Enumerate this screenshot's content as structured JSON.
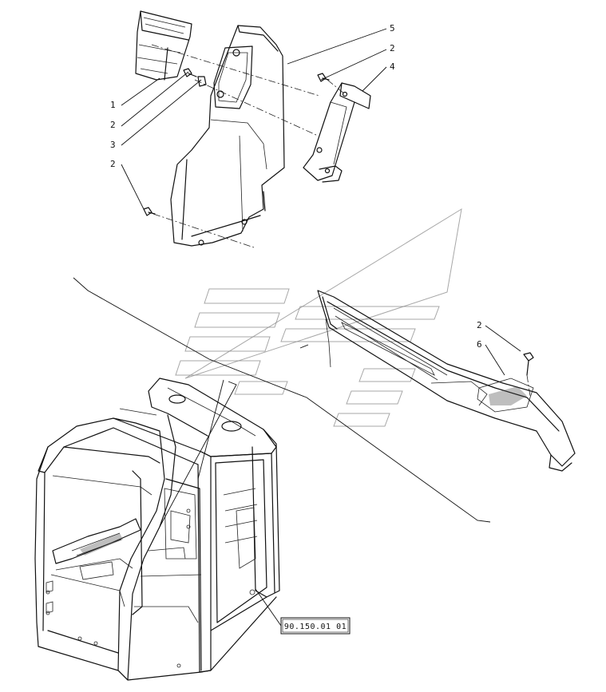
{
  "callouts": [
    {
      "id": "c5",
      "label": "5"
    },
    {
      "id": "c2a",
      "label": "2"
    },
    {
      "id": "c4",
      "label": "4"
    },
    {
      "id": "c1",
      "label": "1"
    },
    {
      "id": "c2b",
      "label": "2"
    },
    {
      "id": "c3",
      "label": "3"
    },
    {
      "id": "c2c",
      "label": "2"
    },
    {
      "id": "c2d",
      "label": "2"
    },
    {
      "id": "c6",
      "label": "6"
    }
  ],
  "reference_box": {
    "label": "90.150.01 01"
  }
}
